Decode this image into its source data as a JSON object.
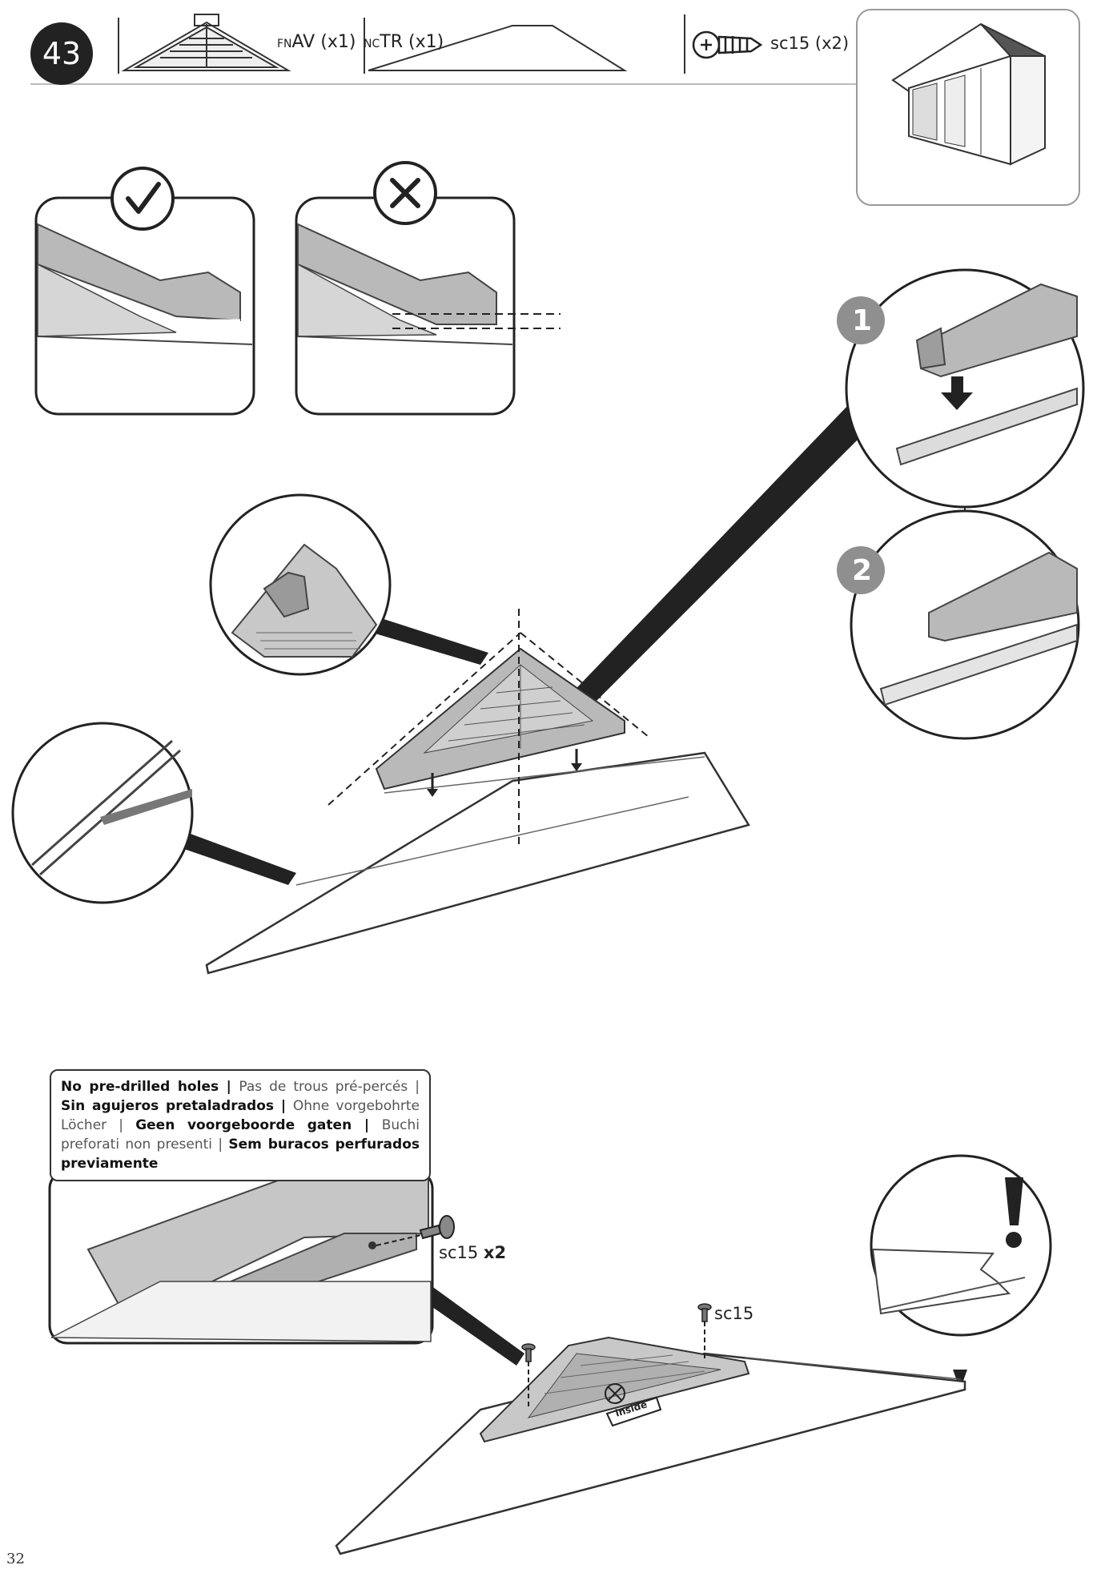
{
  "header": {
    "step_number": "43",
    "parts": [
      {
        "code": "FN",
        "name": "AV",
        "qty": "(x1)"
      },
      {
        "code": "NC",
        "name": "TR",
        "qty": "(x1)"
      }
    ],
    "screw": {
      "name": "sc15",
      "qty": "(x2)"
    }
  },
  "callouts": {
    "sub_step_1": "1",
    "sub_step_2": "2",
    "screw_label_detail": "sc15",
    "screw_qty_detail": "x2",
    "screw_label_main": "sc15",
    "inside_tag": "inside",
    "warning_mark": "!"
  },
  "note": {
    "segments": [
      {
        "text": "No pre-drilled holes",
        "bold": true
      },
      {
        "text": " | ",
        "bold": true
      },
      {
        "text": "Pas de trous pré-percés",
        "bold": false
      },
      {
        "text": " | ",
        "bold": false
      },
      {
        "text": "Sin agujeros pretaladrados",
        "bold": true
      },
      {
        "text": " | ",
        "bold": true
      },
      {
        "text": "Ohne vorgebohrte Löcher",
        "bold": false
      },
      {
        "text": " | ",
        "bold": false
      },
      {
        "text": "Geen voorgeboorde gaten",
        "bold": true
      },
      {
        "text": " | ",
        "bold": true
      },
      {
        "text": "Buchi preforati non presenti",
        "bold": false
      },
      {
        "text": " | ",
        "bold": false
      },
      {
        "text": "Sem buracos perfurados previamente",
        "bold": true
      }
    ]
  },
  "footer": {
    "page_number": "32"
  },
  "colors": {
    "ink": "#222222",
    "panel_grey": "#b9b9b9",
    "light_grey": "#dcdcdc",
    "badge_grey": "#8f8f8f"
  }
}
